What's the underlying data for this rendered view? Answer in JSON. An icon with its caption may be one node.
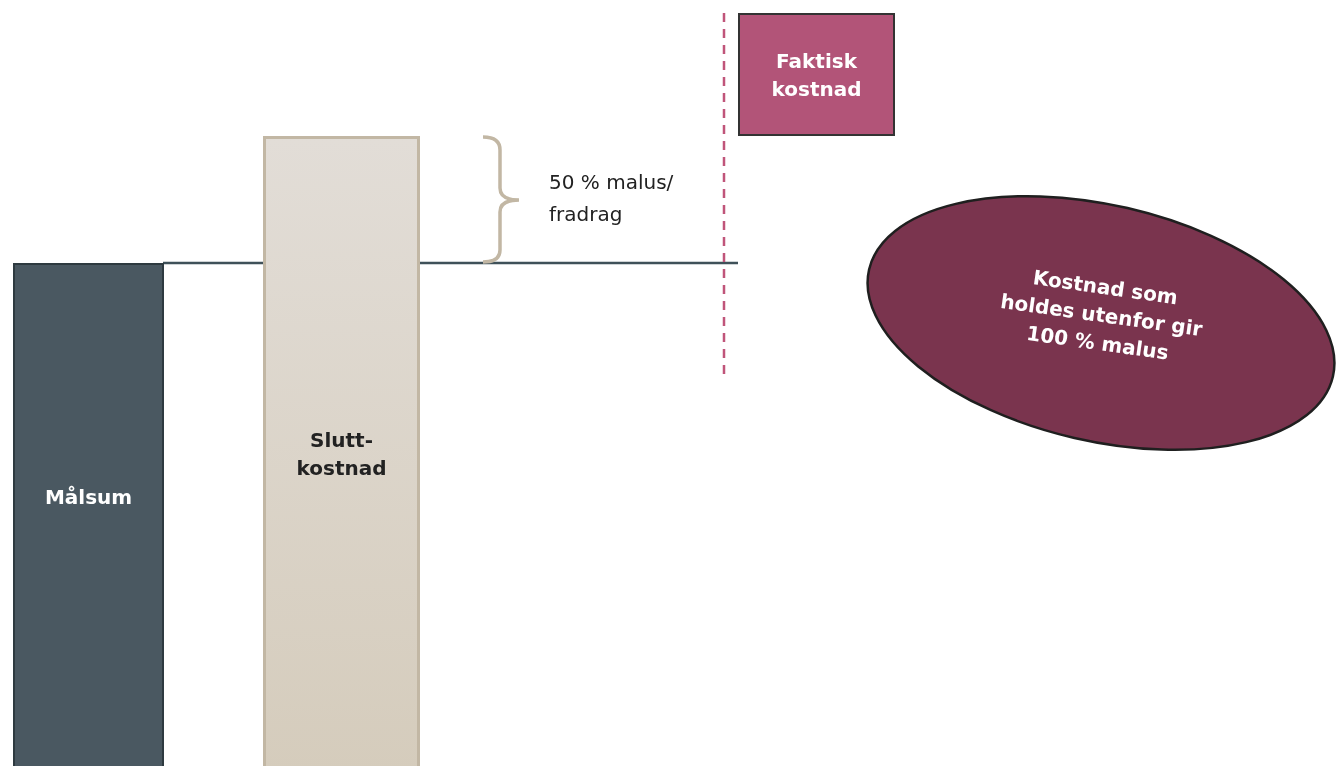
{
  "diagram": {
    "nodes": [
      {
        "text": [
          "Målsum"
        ]
      },
      {
        "text": [
          "Slutt-kostnad"
        ]
      },
      {
        "text": [
          "Faktisk kostnad"
        ]
      },
      {
        "text": [
          "Kostnad som holdes utenfor gir 100 % malus"
        ]
      }
    ],
    "labels": [
      "50 % malus/ fradrag"
    ]
  }
}
